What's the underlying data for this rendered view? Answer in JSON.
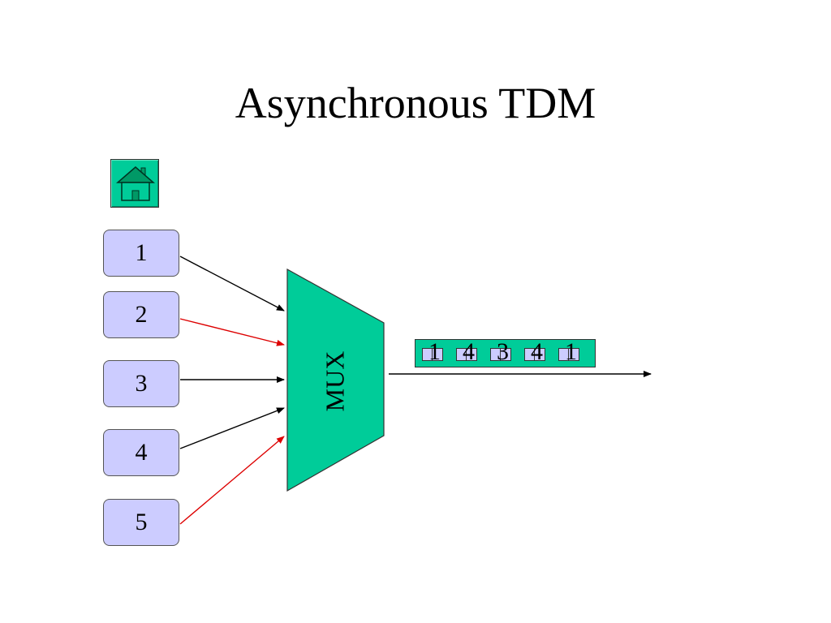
{
  "slide": {
    "title": "Asynchronous TDM"
  },
  "home": {
    "icon": "home-icon",
    "color": "#00cc99"
  },
  "sources": [
    {
      "label": "1",
      "line_color": "#000000"
    },
    {
      "label": "2",
      "line_color": "#dd0000"
    },
    {
      "label": "3",
      "line_color": "#000000"
    },
    {
      "label": "4",
      "line_color": "#000000"
    },
    {
      "label": "5",
      "line_color": "#dd0000"
    }
  ],
  "mux": {
    "label": "MUX",
    "color": "#00cc99"
  },
  "frame": {
    "slots": [
      "1",
      "4",
      "3",
      "4",
      "1"
    ],
    "color": "#00cc99",
    "slot_color": "#ccccff"
  }
}
